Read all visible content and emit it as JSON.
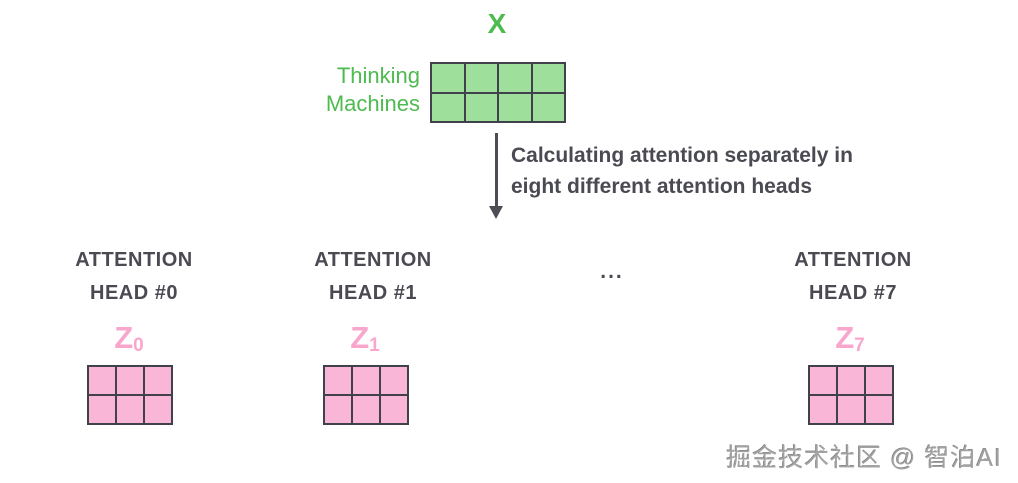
{
  "diagram": {
    "input_label": "X",
    "input_words": {
      "line1": "Thinking",
      "line2": "Machines"
    },
    "arrow_caption": {
      "line1": "Calculating attention separately in",
      "line2": "eight different attention heads"
    },
    "ellipsis": "...",
    "input_matrix": {
      "rows": 2,
      "cols": 4
    },
    "head_matrix": {
      "rows": 2,
      "cols": 3
    },
    "heads": [
      {
        "title_line1": "ATTENTION",
        "title_line2": "HEAD #0",
        "z_base": "Z",
        "z_sub": "0"
      },
      {
        "title_line1": "ATTENTION",
        "title_line2": "HEAD #1",
        "z_base": "Z",
        "z_sub": "1"
      },
      {
        "title_line1": "ATTENTION",
        "title_line2": "HEAD #7",
        "z_base": "Z",
        "z_sub": "7"
      }
    ],
    "colors": {
      "green_text": "#4dbb4f",
      "green_cell": "#9fdf9c",
      "pink_text": "#f9a6cd",
      "pink_cell": "#f9b6d6",
      "grid_border": "#41414b",
      "dark_text": "#4a4a52",
      "arrow": "#4d4d55",
      "watermark": "#a2a2a2"
    }
  },
  "watermark_text": "掘金技术社区 @ 智泊AI"
}
